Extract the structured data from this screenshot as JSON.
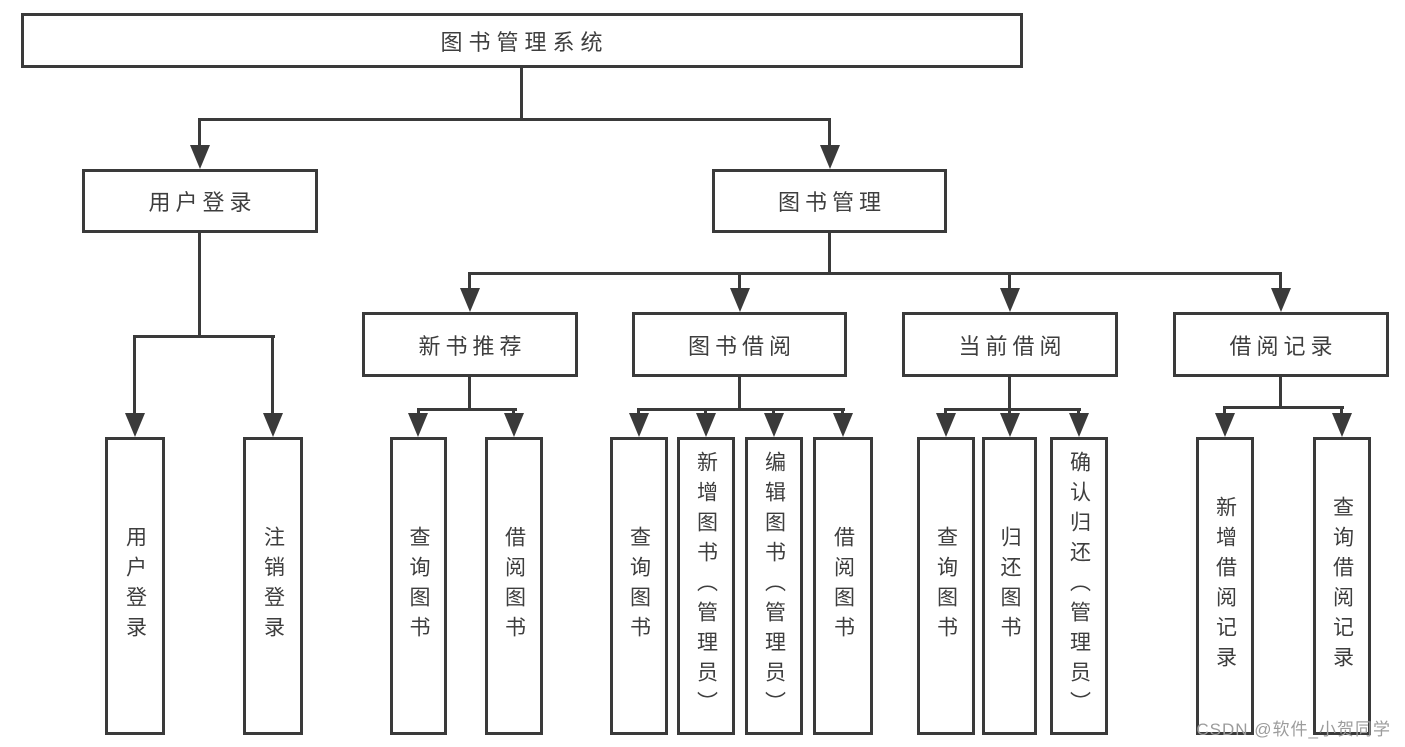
{
  "diagram": {
    "type": "hierarchy-tree",
    "root": {
      "label": "图书管理系统"
    },
    "level2": [
      {
        "label": "用户登录"
      },
      {
        "label": "图书管理"
      }
    ],
    "level3": [
      {
        "label": "新书推荐",
        "parent": "图书管理"
      },
      {
        "label": "图书借阅",
        "parent": "图书管理"
      },
      {
        "label": "当前借阅",
        "parent": "图书管理"
      },
      {
        "label": "借阅记录",
        "parent": "图书管理"
      }
    ],
    "leaves": [
      {
        "label": "用户登录",
        "parent": "用户登录"
      },
      {
        "label": "注销登录",
        "parent": "用户登录"
      },
      {
        "label": "查询图书",
        "parent": "新书推荐"
      },
      {
        "label": "借阅图书",
        "parent": "新书推荐"
      },
      {
        "label": "查询图书",
        "parent": "图书借阅"
      },
      {
        "label": "新增图书（管理员）",
        "parent": "图书借阅"
      },
      {
        "label": "编辑图书（管理员）",
        "parent": "图书借阅"
      },
      {
        "label": "借阅图书",
        "parent": "图书借阅"
      },
      {
        "label": "查询图书",
        "parent": "当前借阅"
      },
      {
        "label": "归还图书",
        "parent": "当前借阅"
      },
      {
        "label": "确认归还（管理员）",
        "parent": "当前借阅"
      },
      {
        "label": "新增借阅记录",
        "parent": "借阅记录"
      },
      {
        "label": "查询借阅记录",
        "parent": "借阅记录"
      }
    ],
    "watermark": "CSDN @软件_小贺同学",
    "colors": {
      "line": "#3a3a3a",
      "text": "#3e3e3e",
      "watermark": "#9c9c9c",
      "background": "#ffffff"
    }
  }
}
